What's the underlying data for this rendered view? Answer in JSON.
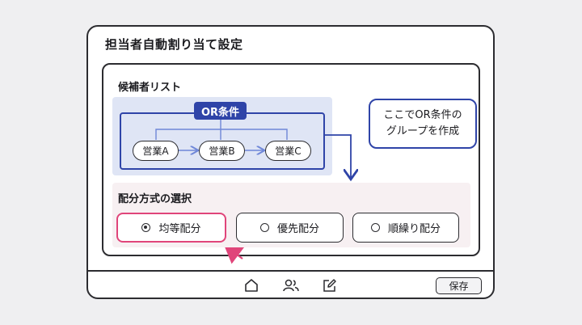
{
  "window": {
    "title": "担当者自動割り当て設定"
  },
  "candidates": {
    "heading": "候補者リスト",
    "group_label": "OR条件",
    "items": [
      {
        "label": "営業A"
      },
      {
        "label": "営業B"
      },
      {
        "label": "営業C"
      }
    ]
  },
  "callout": {
    "line1": "ここでOR条件の",
    "line2": "グループを作成"
  },
  "method": {
    "heading": "配分方式の選択",
    "options": [
      {
        "label": "均等配分",
        "selected": true
      },
      {
        "label": "優先配分",
        "selected": false
      },
      {
        "label": "順繰り配分",
        "selected": false
      }
    ]
  },
  "footer": {
    "icons": [
      "home-icon",
      "users-icon",
      "edit-icon"
    ],
    "save_label": "保存"
  },
  "colors": {
    "accent": "#2f44a8",
    "highlight": "#e0457a",
    "group_bg": "#dfe5f5",
    "method_bg": "#f7f0f2"
  }
}
